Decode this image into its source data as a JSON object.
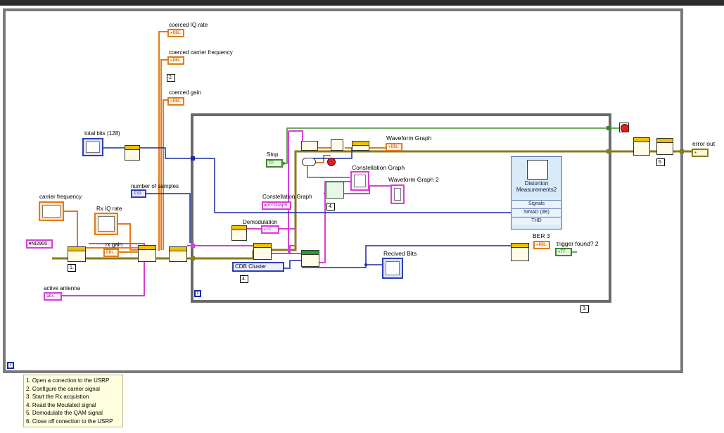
{
  "labels": {
    "coerced_iq_rate": "coerced IQ rate",
    "coerced_carrier_frequency": "coerced carrier frequency",
    "coerced_gain": "coerced gain",
    "total_bits": "total bits (128)",
    "carrier_frequency": "carrier frequency",
    "rx_iq_rate": "Rx IQ rate",
    "number_of_samples": "number of samples",
    "rx_gain": "rx gain",
    "ni2900": "NI2900",
    "active_antenna": "active antenna",
    "stop": "Stop",
    "constellation_graph": "Constellation Graph",
    "constellation_graph_2": "Constellation Graph",
    "xygraph": "XYGraph",
    "waveform_graph": "Waveform Graph",
    "waveform_graph_2": "Waveform Graph 2",
    "demodulation": "Demodulation",
    "cdb_cluster": "CDB Cluster",
    "recived_bits": "Recived Bits",
    "ber3": "BER 3",
    "trigger_found": "trigger found? 2",
    "error_out": "error out",
    "step_1": "1.",
    "step_2": "2.",
    "step_3": "3.",
    "step_4": "4.",
    "step_4b": "4.",
    "step_6": "6."
  },
  "distortion": {
    "title_line1": "Distortion",
    "title_line2": "Measurements2",
    "rows": [
      "Signals",
      "SINAD (dB)",
      "THD"
    ]
  },
  "comment_lines": [
    "1. Open a conection to the USRP",
    "2. Configure the carrier signal",
    "3. Start the Rx acquistion",
    "4. Read the Moulated signal",
    "5. Demodulate the QAM signal",
    "6. Close off conection to the USRP"
  ],
  "loop_counter_label": "i",
  "colors": {
    "outer_loop_border": "#7a7a7a",
    "inner_loop_border": "#6a6a6a",
    "error_wire": "#8a7a1a",
    "numeric_wire": "#e07b1a",
    "string_wire": "#d63fd6",
    "boolean_wire": "#3a8a2a",
    "ref_wire": "#1a2aa0"
  }
}
